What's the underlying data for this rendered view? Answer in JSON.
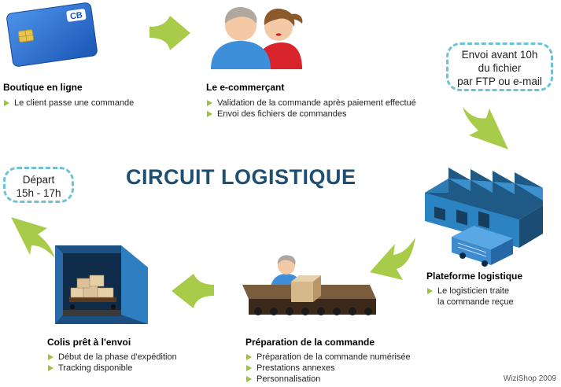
{
  "title": "CIRCUIT LOGISTIQUE",
  "credit": "WiziShop 2009",
  "steps": [
    {
      "title": "Boutique en ligne",
      "bullets": [
        "Le client passe une commande"
      ]
    },
    {
      "title": "Le e-commerçant",
      "bullets": [
        "Validation de la commande après paiement effectué",
        "Envoi des fichiers de commandes"
      ]
    },
    {
      "title": "Plateforme logistique",
      "bullets": [
        "Le logisticien traite\nla commande reçue"
      ]
    },
    {
      "title": "Préparation de la commande",
      "bullets": [
        "Préparation de la commande numérisée",
        "Prestations annexes",
        "Personnalisation"
      ]
    },
    {
      "title": "Colis prêt à l'envoi",
      "bullets": [
        "Début de la phase d'expédition",
        "Tracking disponible"
      ]
    }
  ],
  "bubbles": {
    "ftp": [
      "Envoi avant 10h",
      "du fichier",
      "par FTP ou e-mail"
    ],
    "depart": [
      "Départ",
      "15h - 17h"
    ]
  },
  "card_logo": "CB",
  "colors": {
    "arrow": "#a8cc4a",
    "title": "#1e4f72",
    "bubble_border": "#6fc2d6",
    "bullet": "#9cc13a",
    "card": "#2a6fd0"
  },
  "icons": [
    "credit-card-icon",
    "people-icon",
    "warehouse-icon",
    "conveyor-icon",
    "truck-box-icon",
    "arrow-icon"
  ]
}
